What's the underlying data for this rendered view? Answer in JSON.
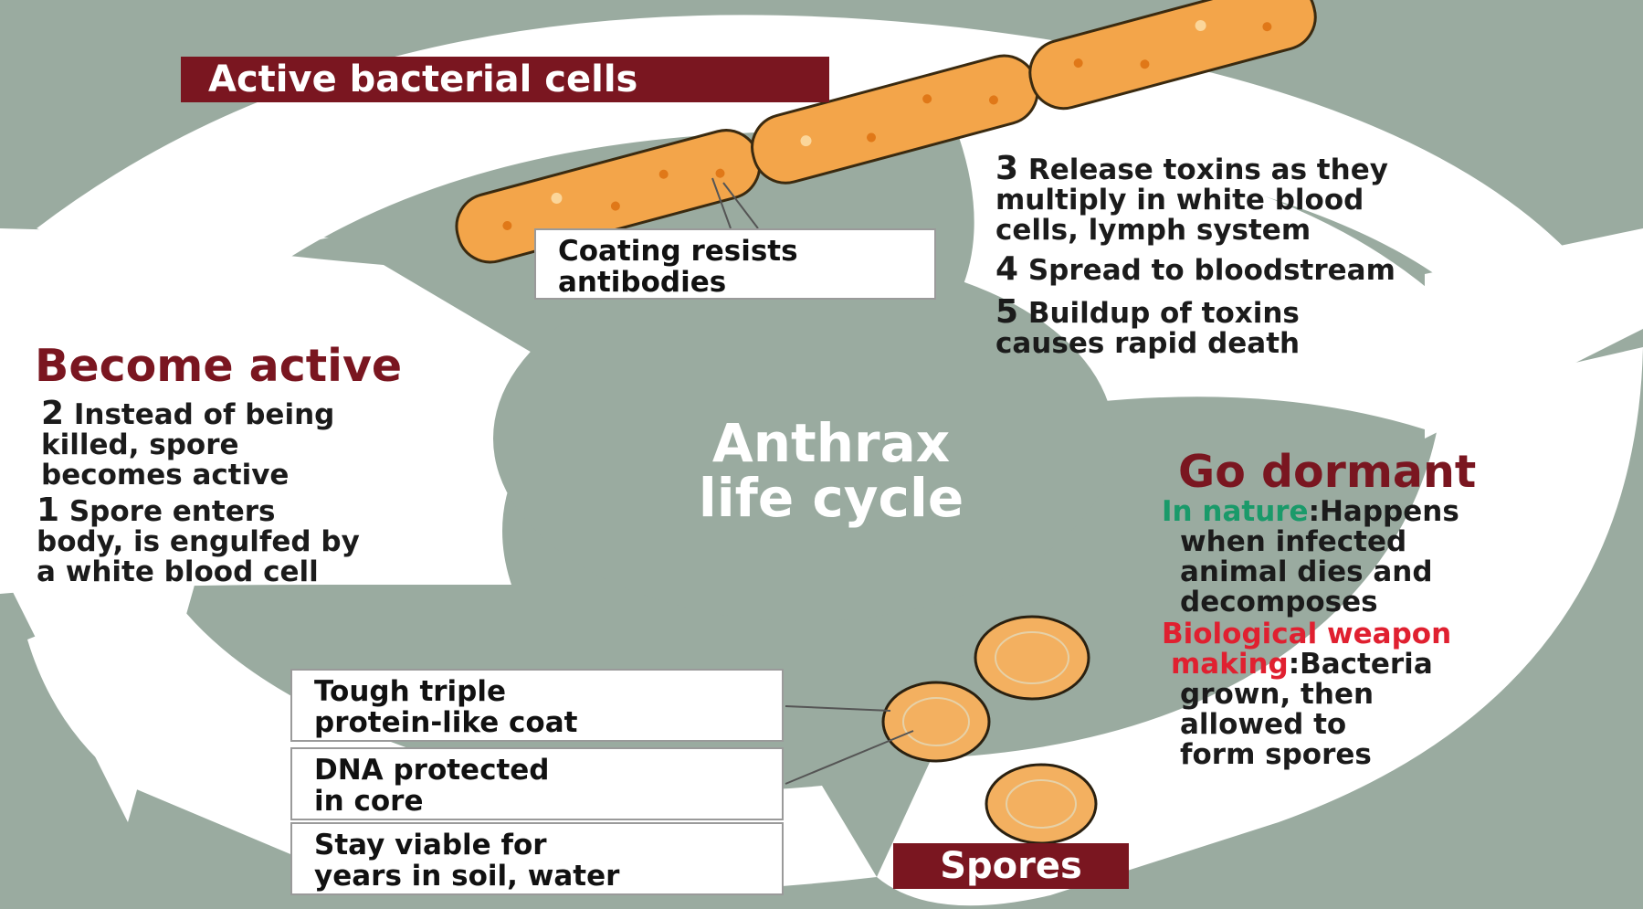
{
  "title": {
    "line1": "Anthrax",
    "line2": "life cycle"
  },
  "labels": {
    "active_cells": "Active bacterial cells",
    "spores": "Spores"
  },
  "callouts": {
    "coating": {
      "line1": "Coating resists",
      "line2": "antibodies"
    },
    "coat": {
      "line1": "Tough triple",
      "line2": "protein-like coat"
    },
    "dna": {
      "line1": "DNA protected",
      "line2": "in core"
    },
    "viable": {
      "line1": "Stay viable for",
      "line2": "years in soil, water"
    }
  },
  "become_active": {
    "heading": "Become active",
    "step2": {
      "num": "2",
      "line1": "Instead of being",
      "line2": "killed, spore",
      "line3": "becomes active"
    },
    "step1": {
      "num": "1",
      "line1": "Spore enters",
      "line2": "body, is engulfed by",
      "line3": "a white blood cell"
    }
  },
  "steps_right": {
    "step3": {
      "num": "3",
      "line1": "Release toxins as they",
      "line2": "multiply in white blood",
      "line3": "cells, lymph system"
    },
    "step4": {
      "num": "4",
      "line1": "Spread to bloodstream"
    },
    "step5": {
      "num": "5",
      "line1": "Buildup of toxins",
      "line2": "causes rapid death"
    }
  },
  "go_dormant": {
    "heading": "Go dormant",
    "nature": {
      "label": "In nature",
      "line1": ":Happens",
      "line2": "when infected",
      "line3": "animal dies and",
      "line4": "decomposes"
    },
    "weapon": {
      "label1": "Biological weapon",
      "label2": "making",
      "line1": ":Bacteria",
      "line2": "grown, then",
      "line3": "allowed to",
      "line4": "form spores"
    }
  },
  "colors": {
    "background": "#9aaba0",
    "label_bg": "#7a1620",
    "heading": "#7a1620",
    "nature": "#1a9a6a",
    "weapon": "#e02030",
    "cell_fill": "#f3a54a",
    "cell_stroke": "#c9731a"
  }
}
